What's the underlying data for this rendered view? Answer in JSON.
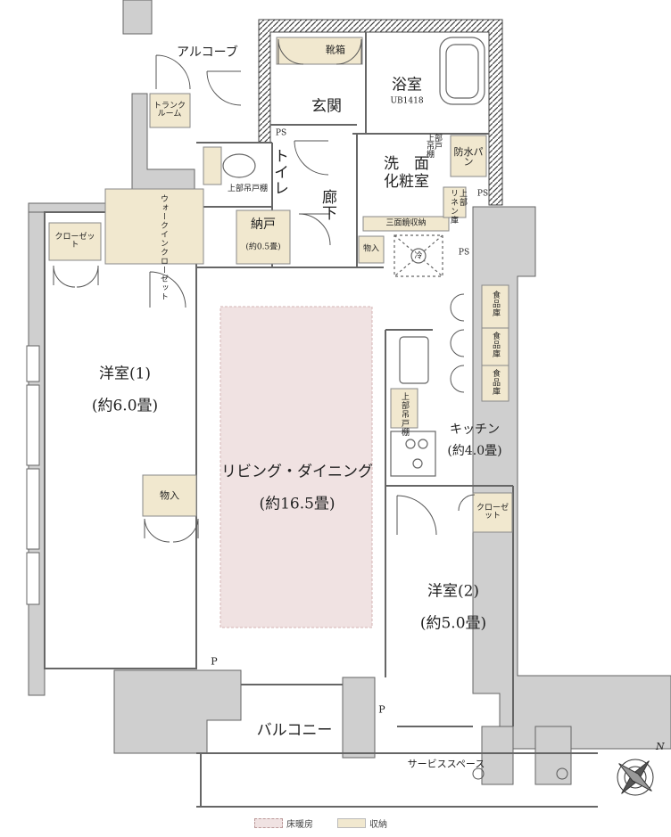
{
  "rooms": {
    "alcove": "アルコーブ",
    "trunk_room": "トランクルーム",
    "shoe_box": "靴箱",
    "entrance": "玄関",
    "bath": "浴室",
    "bath_unit": "UB1418",
    "ps_top": "PS",
    "toilet": "トイレ",
    "upper_shelf_toilet": "上部吊戸棚",
    "upper_shelf_wash": "上部吊戸棚",
    "washroom_1": "洗　面",
    "washroom_2": "化粧室",
    "waterproof_pan": "防水パン",
    "linen": "リネン庫",
    "upper_linen": "上部",
    "ps_right": "PS",
    "mirror_storage": "三面鏡収納",
    "corridor": "廊下",
    "walk_in_closet": "ウォークインクローゼット",
    "closet_left": "クローゼット",
    "storage_nando": "納戸",
    "storage_nando_size": "(約0.5畳)",
    "storage_1": "物入",
    "fridge": "冷",
    "ps_mid": "PS",
    "pantry_1": "食品庫",
    "pantry_2": "食品庫",
    "pantry_3": "食品庫",
    "upper_shelf_kitchen": "上部吊戸棚",
    "western_1": "洋室(1)",
    "western_1_size": "(約6.0畳)",
    "living": "リビング・ダイニング",
    "living_size": "(約16.5畳)",
    "kitchen": "キッチン",
    "kitchen_size": "(約4.0畳)",
    "storage_2": "物入",
    "closet_right": "クローゼット",
    "western_2": "洋室(2)",
    "western_2_size": "(約5.0畳)",
    "pipe_1": "P",
    "pipe_2": "P",
    "balcony": "バルコニー",
    "service_space": "サービススペース",
    "compass_n": "N"
  },
  "legend": {
    "floor_heating": "床暖房",
    "storage": "収納"
  },
  "colors": {
    "wall": "#c9c9c9",
    "wall_stroke": "#666666",
    "storage_fill": "#f1e8cf",
    "floor_heating_fill": "#f0e2e2",
    "line": "#555555"
  }
}
